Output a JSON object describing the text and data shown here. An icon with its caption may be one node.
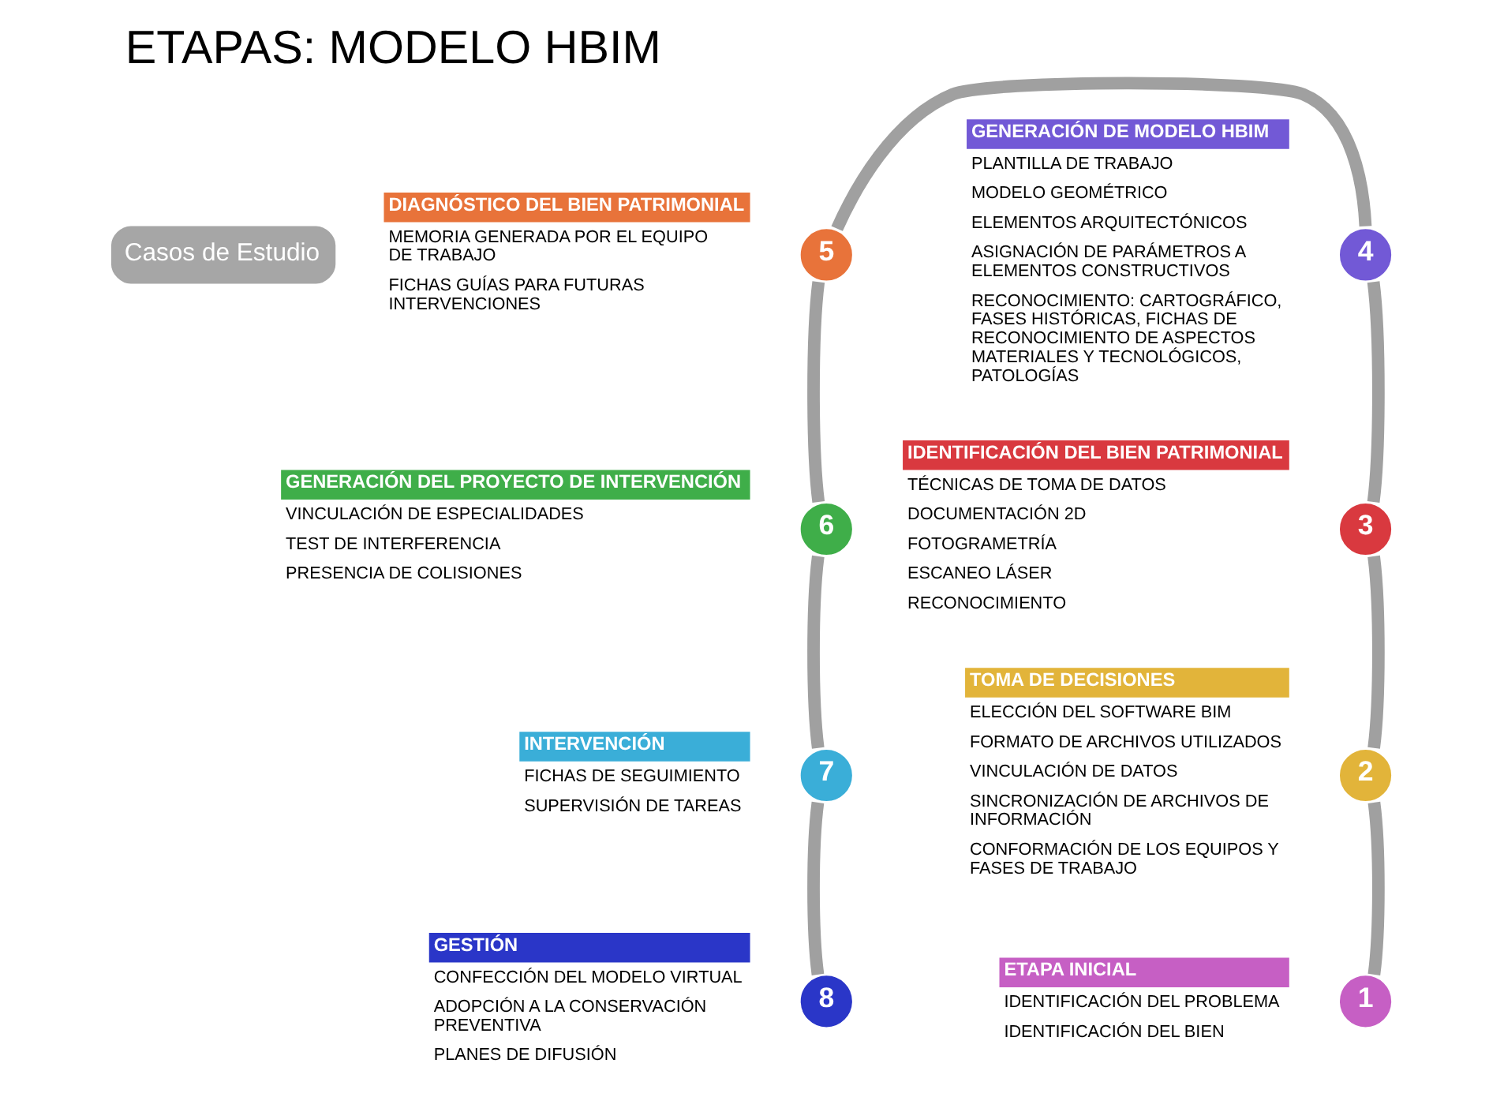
{
  "diagram": {
    "title": "ETAPAS: MODELO HBIM",
    "nodes": [
      {
        "text": [
          "Casos de Estudio"
        ]
      },
      {
        "text": [
          "ETAPA INICIAL"
        ],
        "beside": [
          "IDENTIFICACIÓN DEL PROBLEMA",
          "IDENTIFICACIÓN DEL BIEN"
        ]
      },
      {
        "text": [
          "1"
        ]
      },
      {
        "text": [
          "TOMA DE DECISIONES"
        ],
        "beside": [
          "ELECCIÓN DEL SOFTWARE BIM",
          "FORMATO DE ARCHIVOS UTILIZADOS",
          "VINCULACIÓN DE DATOS",
          "SINCRONIZACIÓN DE ARCHIVOS DE INFORMACIÓN",
          "CONFORMACIÓN DE LOS EQUIPOS Y FASES DE TRABAJO"
        ]
      },
      {
        "text": [
          "2"
        ]
      },
      {
        "text": [
          "IDENTIFICACIÓN DEL BIEN PATRIMONIAL"
        ],
        "beside": [
          "TÉCNICAS DE TOMA DE DATOS",
          "DOCUMENTACIÓN 2D",
          "FOTOGRAMETRÍA",
          "ESCANEO LÁSER",
          "RECONOCIMIENTO"
        ]
      },
      {
        "text": [
          "3"
        ]
      },
      {
        "text": [
          "GENERACIÓN DE MODELO HBIM"
        ],
        "beside": [
          "PLANTILLA DE TRABAJO",
          "MODELO GEOMÉTRICO",
          "ELEMENTOS ARQUITECTÓNICOS",
          "ASIGNACIÓN DE PARÁMETROS A ELEMENTOS CONSTRUCTIVOS",
          "RECONOCIMIENTO: CARTOGRÁFICO, FASES HISTÓRICAS, FICHAS DE RECONOCIMIENTO DE ASPECTOS MATERIALES Y TECNOLÓGICOS, PATOLOGÍAS"
        ]
      },
      {
        "text": [
          "4"
        ]
      },
      {
        "text": [
          "DIAGNÓSTICO DEL BIEN PATRIMONIAL"
        ],
        "beside": [
          "MEMORIA GENERADA POR EL EQUIPO DE TRABAJO",
          "FICHAS GUÍAS PARA FUTURAS INTERVENCIONES"
        ]
      },
      {
        "text": [
          "5"
        ]
      },
      {
        "text": [
          "GENERACIÓN DEL PROYECTO DE INTERVENCIÓN"
        ],
        "beside": [
          "VINCULACIÓN DE ESPECIALIDADES",
          "TEST DE INTERFERENCIA",
          "PRESENCIA DE COLISIONES"
        ]
      },
      {
        "text": [
          "6"
        ]
      },
      {
        "text": [
          "INTERVENCIÓN"
        ],
        "beside": [
          "FICHAS DE SEGUIMIENTO",
          "SUPERVISIÓN DE TAREAS"
        ]
      },
      {
        "text": [
          "7"
        ]
      },
      {
        "text": [
          "GESTIÓN"
        ],
        "beside": [
          "CONFECCIÓN DEL MODELO VIRTUAL",
          "ADOPCIÓN A LA CONSERVACIÓN PREVENTIVA",
          "PLANES DE DIFUSIÓN"
        ]
      },
      {
        "text": [
          "8"
        ]
      }
    ],
    "edges": [
      {
        "from": 2,
        "to": 4,
        "arrow": "none"
      },
      {
        "from": 4,
        "to": 6,
        "arrow": "none"
      },
      {
        "from": 6,
        "to": 8,
        "arrow": "none"
      },
      {
        "from": 8,
        "to": 10,
        "arrow": "none"
      },
      {
        "from": 10,
        "to": 12,
        "arrow": "none"
      },
      {
        "from": 12,
        "to": 14,
        "arrow": "none"
      },
      {
        "from": 14,
        "to": 16,
        "arrow": "none"
      }
    ]
  }
}
